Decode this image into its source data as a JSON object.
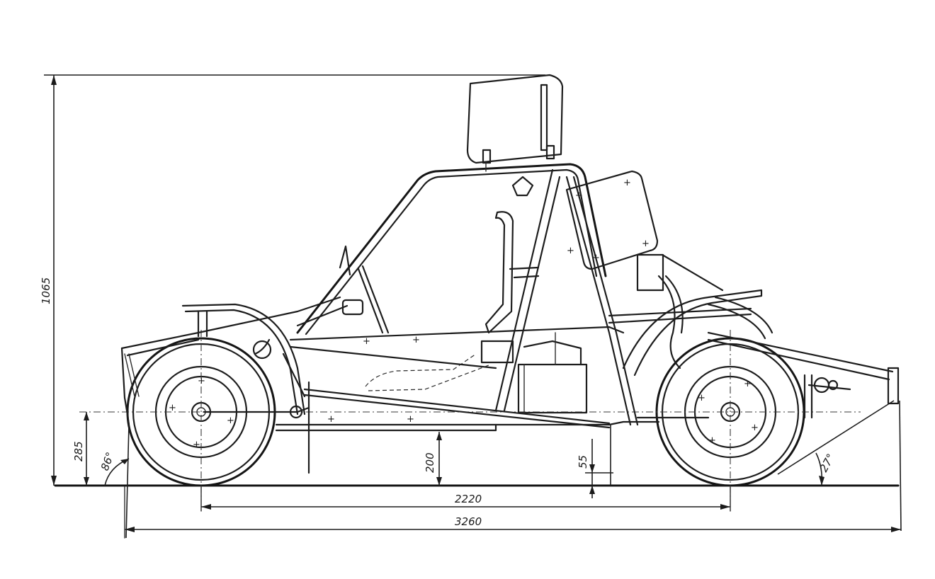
{
  "dimensions": {
    "overall_height": "1065",
    "overall_length": "3260",
    "wheelbase": "2220",
    "axle_height": "285",
    "ground_clearance": "200",
    "rear_clearance": "55",
    "approach_angle": "86°",
    "departure_angle": "27°"
  }
}
